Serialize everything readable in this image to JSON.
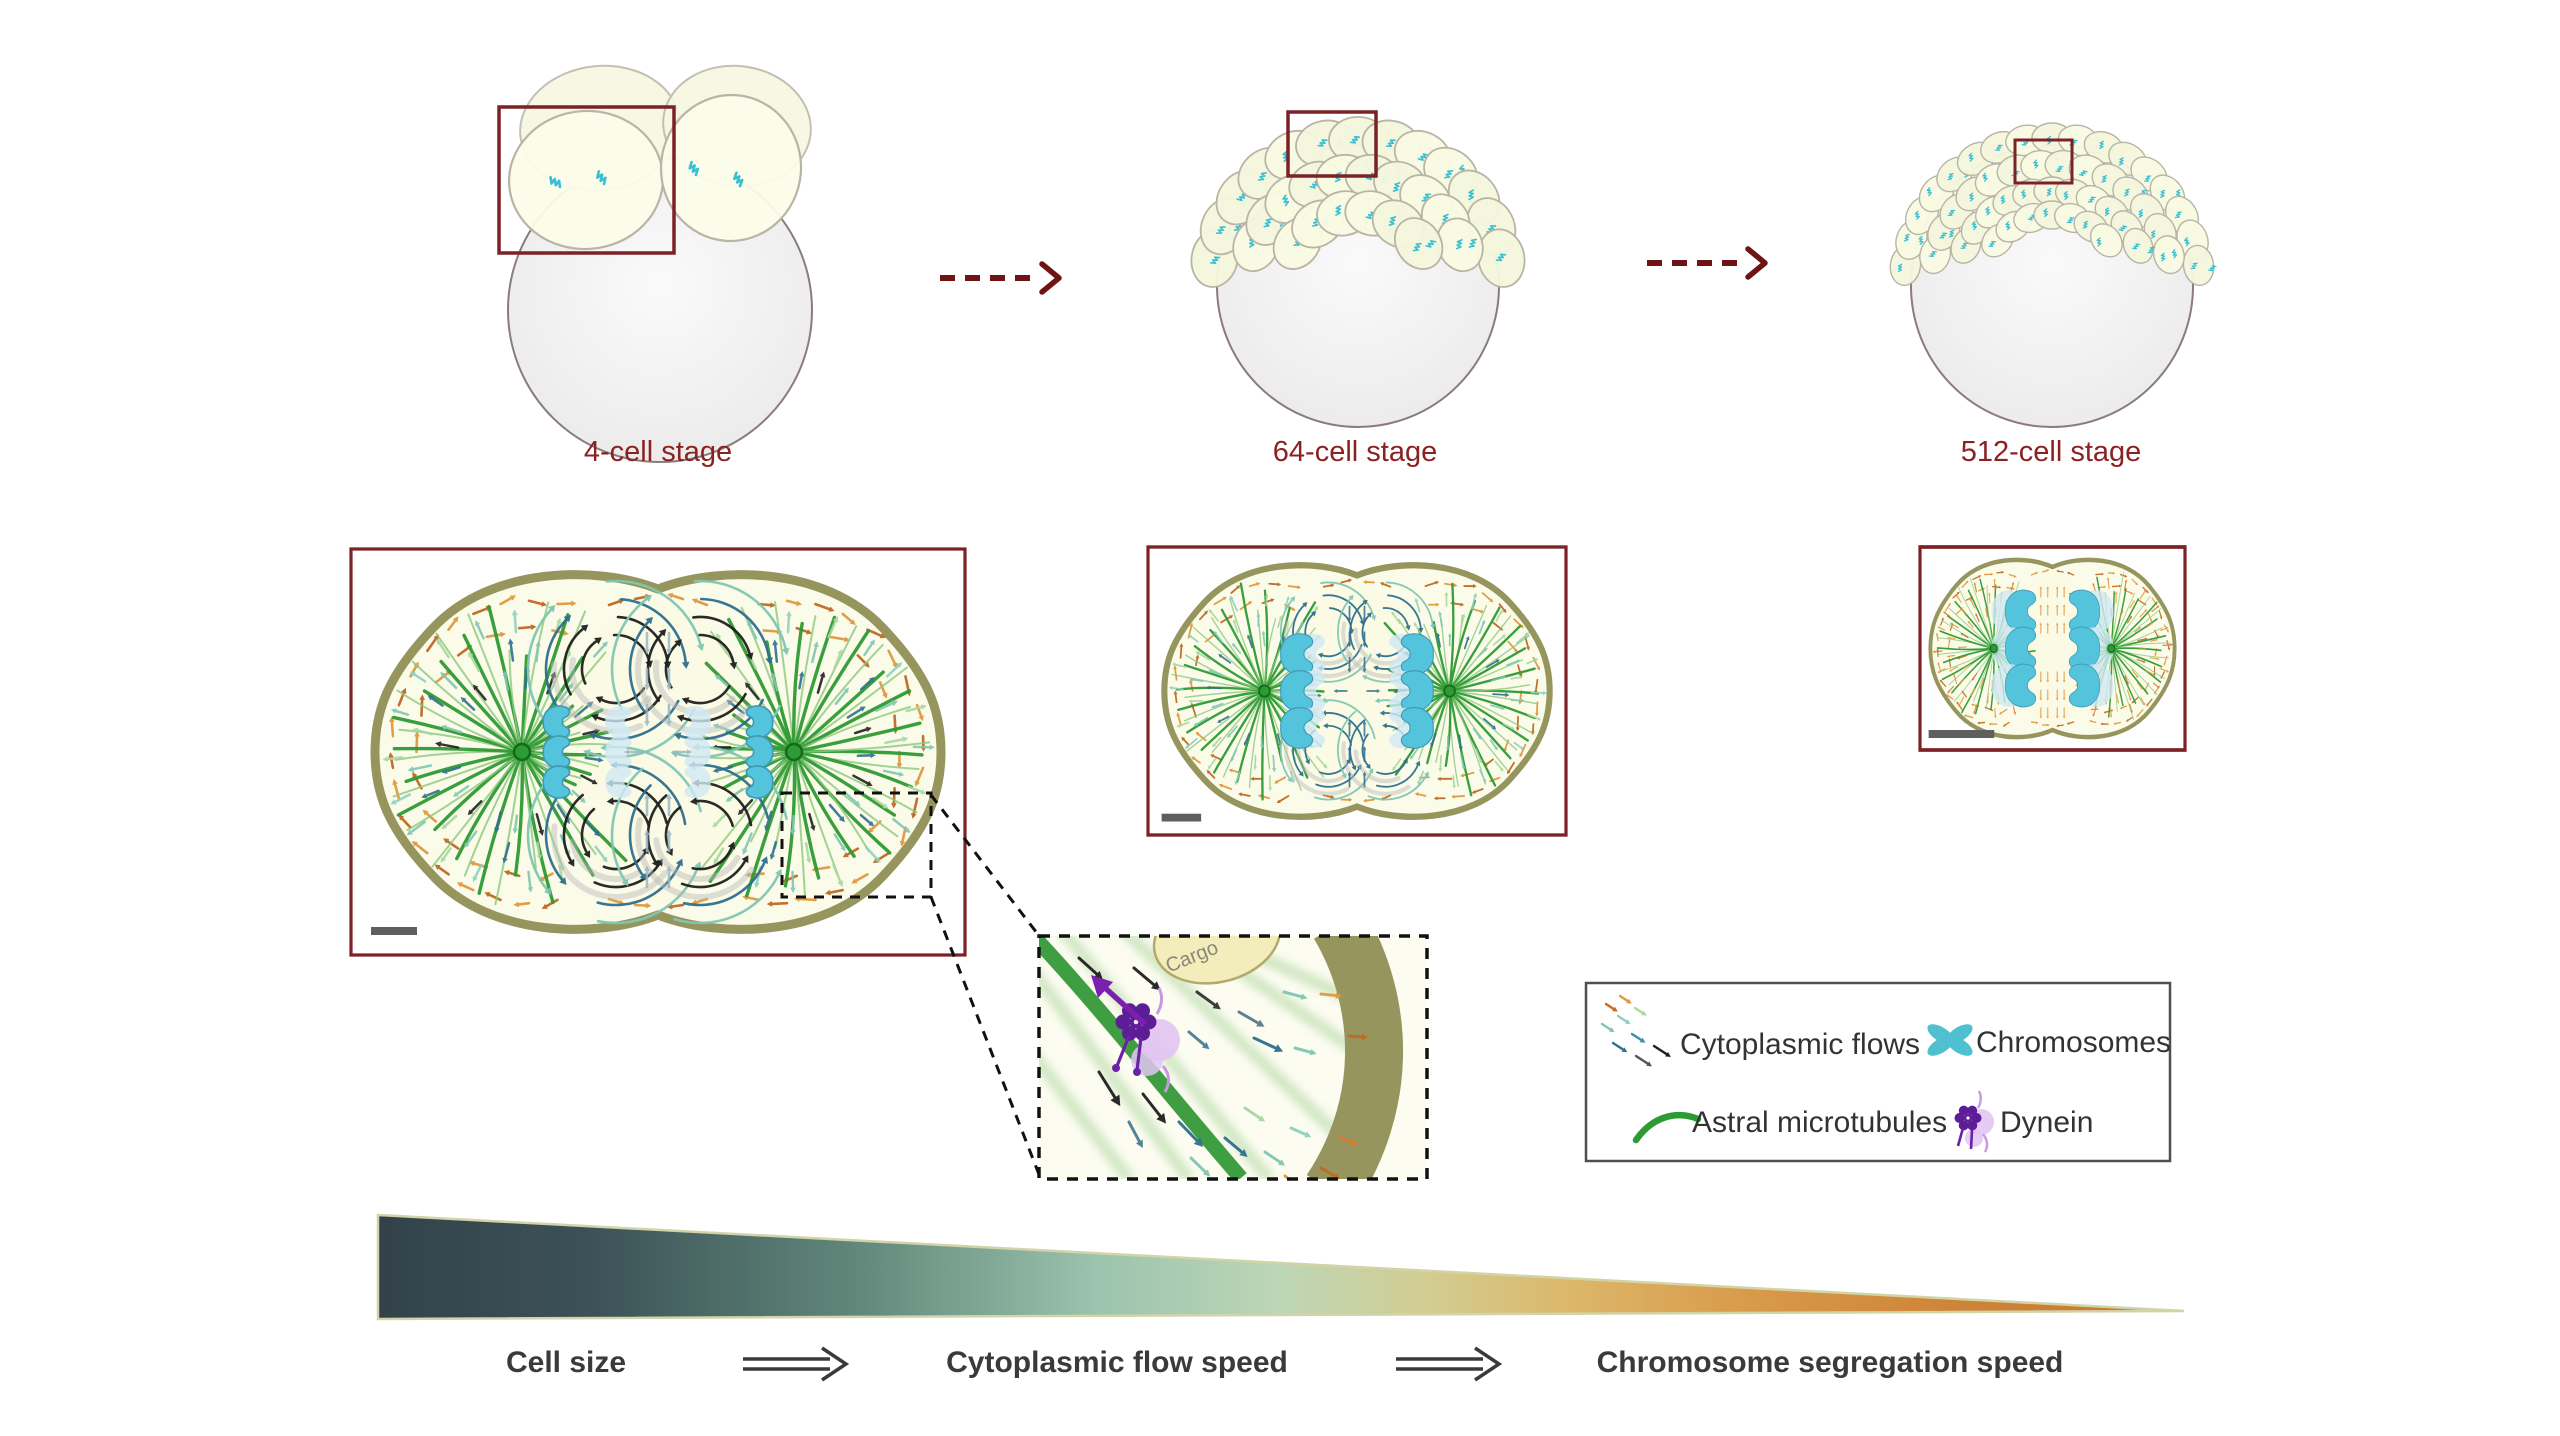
{
  "figure": {
    "stages": [
      {
        "label": "4-cell stage"
      },
      {
        "label": "64-cell stage"
      },
      {
        "label": "512-cell stage"
      }
    ],
    "inset": {
      "cargo_label": "Cargo"
    },
    "legend": {
      "items": [
        {
          "label": "Cytoplasmic flows",
          "icon": "cytoplasmic-flows-icon"
        },
        {
          "label": "Chromosomes",
          "icon": "chromosome-icon"
        },
        {
          "label": "Astral microtubules",
          "icon": "astral-microtubule-icon"
        },
        {
          "label": "Dynein",
          "icon": "dynein-icon"
        }
      ]
    },
    "gradient_scale": {
      "left_label": "Cell size",
      "middle_label": "Cytoplasmic flow speed",
      "right_label": "Chromosome segregation speed",
      "stops": [
        "#33424a",
        "#3c5257",
        "#5f8579",
        "#9cc4ae",
        "#bdd6b6",
        "#d2cd91",
        "#dcb76a",
        "#d89a49",
        "#cd8338",
        "#c47a2e"
      ]
    },
    "colors": {
      "accent_red": "#8b2121",
      "box_red": "#7c2125",
      "dashed_arrow_red": "#6f1414",
      "cell_cortex_olive": "#96955e",
      "cytoplasm": "#fbfbea",
      "chromosome_cyan": "#54c3dc",
      "chromosome_ghost": "#cfe9f4",
      "microtubule_green": "#2e9a33",
      "microtubule_light": "#8cc87d",
      "flow_black": "#1f1f1f",
      "flow_blue": "#2e6f8e",
      "flow_teal": "#7fc7b2",
      "flow_mint": "#a8d8a0",
      "flow_orange": "#e09a3f",
      "flow_dark_orange": "#bf6a22",
      "dynein_dark": "#5c1d96",
      "dynein_light": "#e2c4f2",
      "cargo_fill": "#f2edbb",
      "cargo_stroke": "#b2a96b",
      "yolk_fill": "#f3f3f3",
      "yolk_stroke": "#8b7b7b",
      "blastomere_fill": "#f8fae2",
      "blastomere_stroke": "#b9b4a6",
      "label_gray": "#3a3a3a",
      "legend_border": "#4f4f4f",
      "scalebar_gray": "#5f5f5f"
    }
  }
}
